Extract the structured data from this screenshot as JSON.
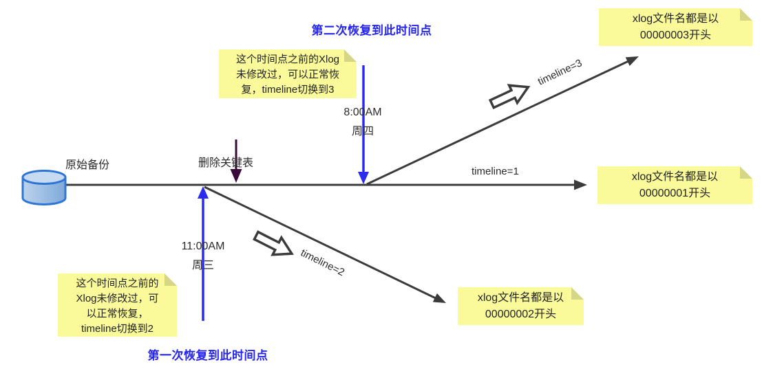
{
  "captions": {
    "second_recovery": "第二次恢复到此时间点",
    "first_recovery": "第一次恢复到此时间点"
  },
  "notes": {
    "timeline3_switch": {
      "lines": [
        "这个时间点之前的Xlog",
        "未修改过，可以正常恢",
        "复，timeline切换到3"
      ]
    },
    "timeline2_switch": {
      "lines": [
        "这个时间点之前的",
        "Xlog未修改过，可",
        "以正常恢复，",
        "timeline切换到2"
      ]
    },
    "xlog3": {
      "lines": [
        "xlog文件名都是以",
        "00000003开头"
      ]
    },
    "xlog1": {
      "lines": [
        "xlog文件名都是以",
        "00000001开头"
      ]
    },
    "xlog2": {
      "lines": [
        "xlog文件名都是以",
        "00000002开头"
      ]
    }
  },
  "labels": {
    "original_backup": "原始备份",
    "delete_key_table": "删除关键表",
    "time_thu": "8:00AM",
    "day_thu": "周四",
    "time_wed": "11:00AM",
    "day_wed": "周三",
    "timeline1": "timeline=1",
    "timeline2": "timeline=2",
    "timeline3": "timeline=3"
  },
  "colors": {
    "note_fill": "#FAFA9B",
    "note_fold": "#D6D687",
    "caption_blue": "#2424EE",
    "arrow_blue": "#2B2BEF",
    "line_dark": "#3B3B3B",
    "event_purple": "#3A0A3A",
    "cylinder_stroke": "#2E75D4"
  }
}
